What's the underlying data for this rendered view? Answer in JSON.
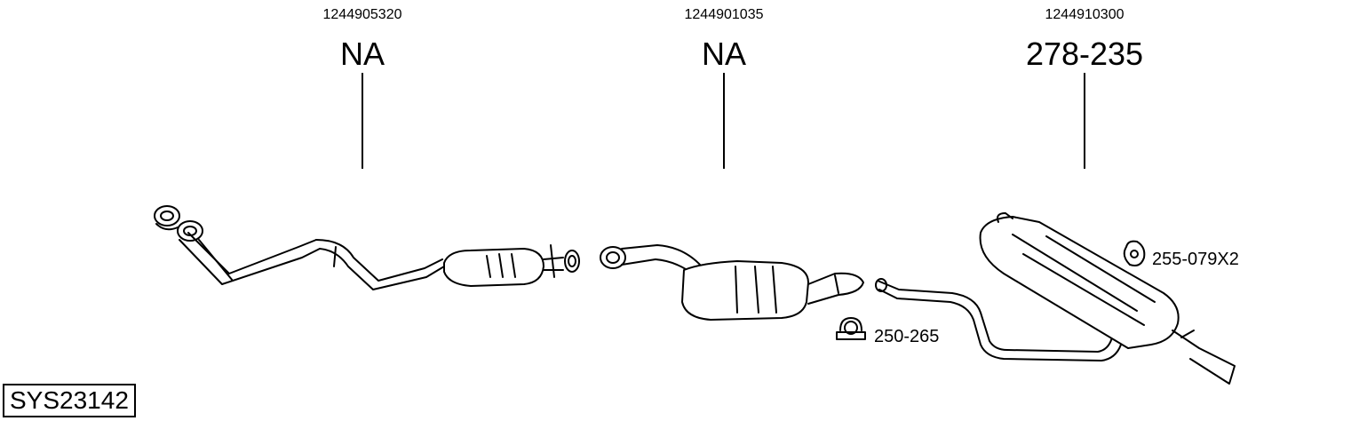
{
  "parts": [
    {
      "part_number": "1244905320",
      "code": "NA"
    },
    {
      "part_number": "1244901035",
      "code": "NA"
    },
    {
      "part_number": "1244910300",
      "code": "278-235"
    }
  ],
  "accessories": [
    {
      "label": "255-079X2"
    },
    {
      "label": "250-265"
    }
  ],
  "system_id": "SYS23142"
}
